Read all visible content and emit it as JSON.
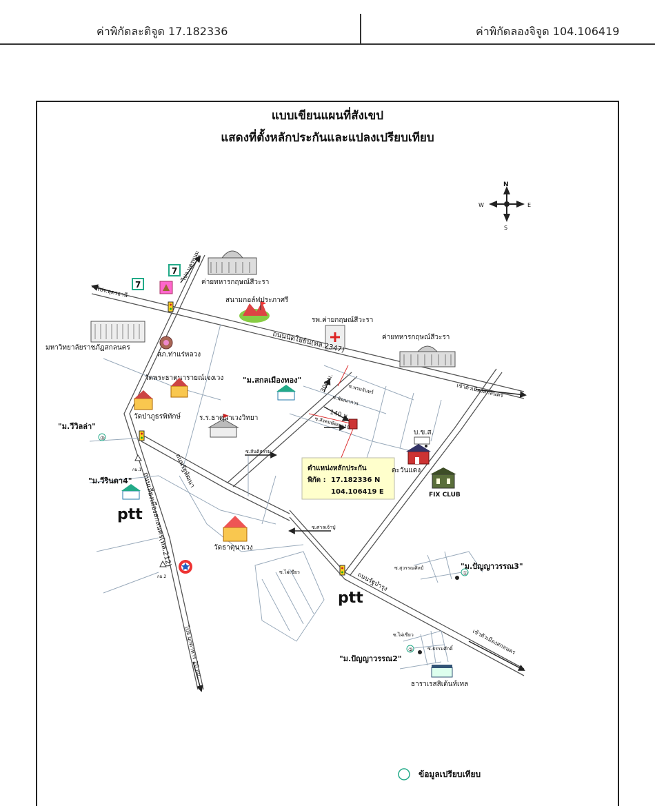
{
  "header": {
    "latitude_text": "ค่าพิกัดละติจูด 17.182336",
    "longitude_text": "ค่าพิกัดลองจิจูด 104.106419"
  },
  "map": {
    "title_line1": "แบบเขียนแผนที่สังเขป",
    "title_line2": "แสดงที่ตั้งหลักประกันและแปลงเปรียบเทียบ",
    "compass": {
      "n": "N",
      "s": "S",
      "e": "E",
      "w": "W"
    },
    "places": {
      "camp_top": "ค่ายทหารกฤษณ์สีวะรา",
      "golf": "สนามกอล์ฟประภาศรี",
      "hospital": "รพ.ค่ายกฤษณ์สีวะรา",
      "camp_right": "ค่ายทหารกฤษณ์สีวะรา",
      "university": "มหาวิทยาลัยราชภัฏสกลนคร",
      "police": "สภ.ท่าแร่หลวง",
      "wat_phra_that": "วัดพระธาตุนารายณ์เจงเวง",
      "village_muang_thong": "\"ม.สกลเมืองทอง\"",
      "wat_pa": "วัดป่าภูธรพิทักษ์",
      "school": "ร.ร.ธาตุนาเวงวิทยา",
      "village_wiwilla": "\"ม.วีวิลล่า\"",
      "village_wirinda": "\"ม.วีรินดา4\"",
      "wat_that_na_weng": "วัดธาตุนาเวง",
      "tawan_daeng": "ตะวันแดง",
      "bks": "บ.ข.ส.",
      "fix_club": "FIX CLUB",
      "village_panya3": "\"ม.ปัญญาวรรณ3\"",
      "village_panya2": "\"ม.ปัญญาวรรณ2\"",
      "central": "ธาราเรสสิเด้นท์เทล",
      "ptt": "ptt",
      "seven": "7"
    },
    "roads": {
      "nittayo": "ถนนนิตโยธิน(ทล.2347)",
      "sakon_bypass": "ถนนเลี่ยงเมืองสกลนคร(ทล.212)",
      "rat_phatthana": "ถนนรัฐพัฒนา",
      "rat_bamrung": "ถนนรัฐบำรุง",
      "to_udon": "ไปจ.อุดรธานี",
      "to_nakhon_phanom": "ไปจ.นครพนม",
      "to_town_1": "เข้าตัวเมืองสกลนคร",
      "to_town_2": "เข้าตัวเมืองสกลนคร",
      "to_mukdahan": "ไปจ.มุกดาหาร 20 กม.",
      "dist_300": "300 ม.",
      "dist_140": "140 ม.",
      "soi_a": "ซ.พรมจันทร์",
      "soi_b": "ซ.พัฒนาการ",
      "soi_c": "ซ.สังคมพัฒนา10",
      "soi_d": "ซ.สันติธรรม",
      "soi_e": "ซ.ศาลเจ้าปู่",
      "soi_f": "ซ.ไผ่เขียว",
      "soi_g": "ซ.สุวรรณศิลป์",
      "soi_h": "ซ.ไผ่เขียว",
      "soi_i": "ซ.ธรรมศักดิ์",
      "km1": "กม.1",
      "km2": "กม.2"
    },
    "collateral_box": {
      "title": "ตำแหน่งหลักประกัน",
      "coord_label": "พิกัด :",
      "lat": "17.182336 N",
      "lon": "104.106419 E"
    },
    "comparables": {
      "c1": "①",
      "c2": "②",
      "c3": "③"
    },
    "legend": {
      "label": "ข้อมูลเปรียบเทียบ"
    }
  }
}
